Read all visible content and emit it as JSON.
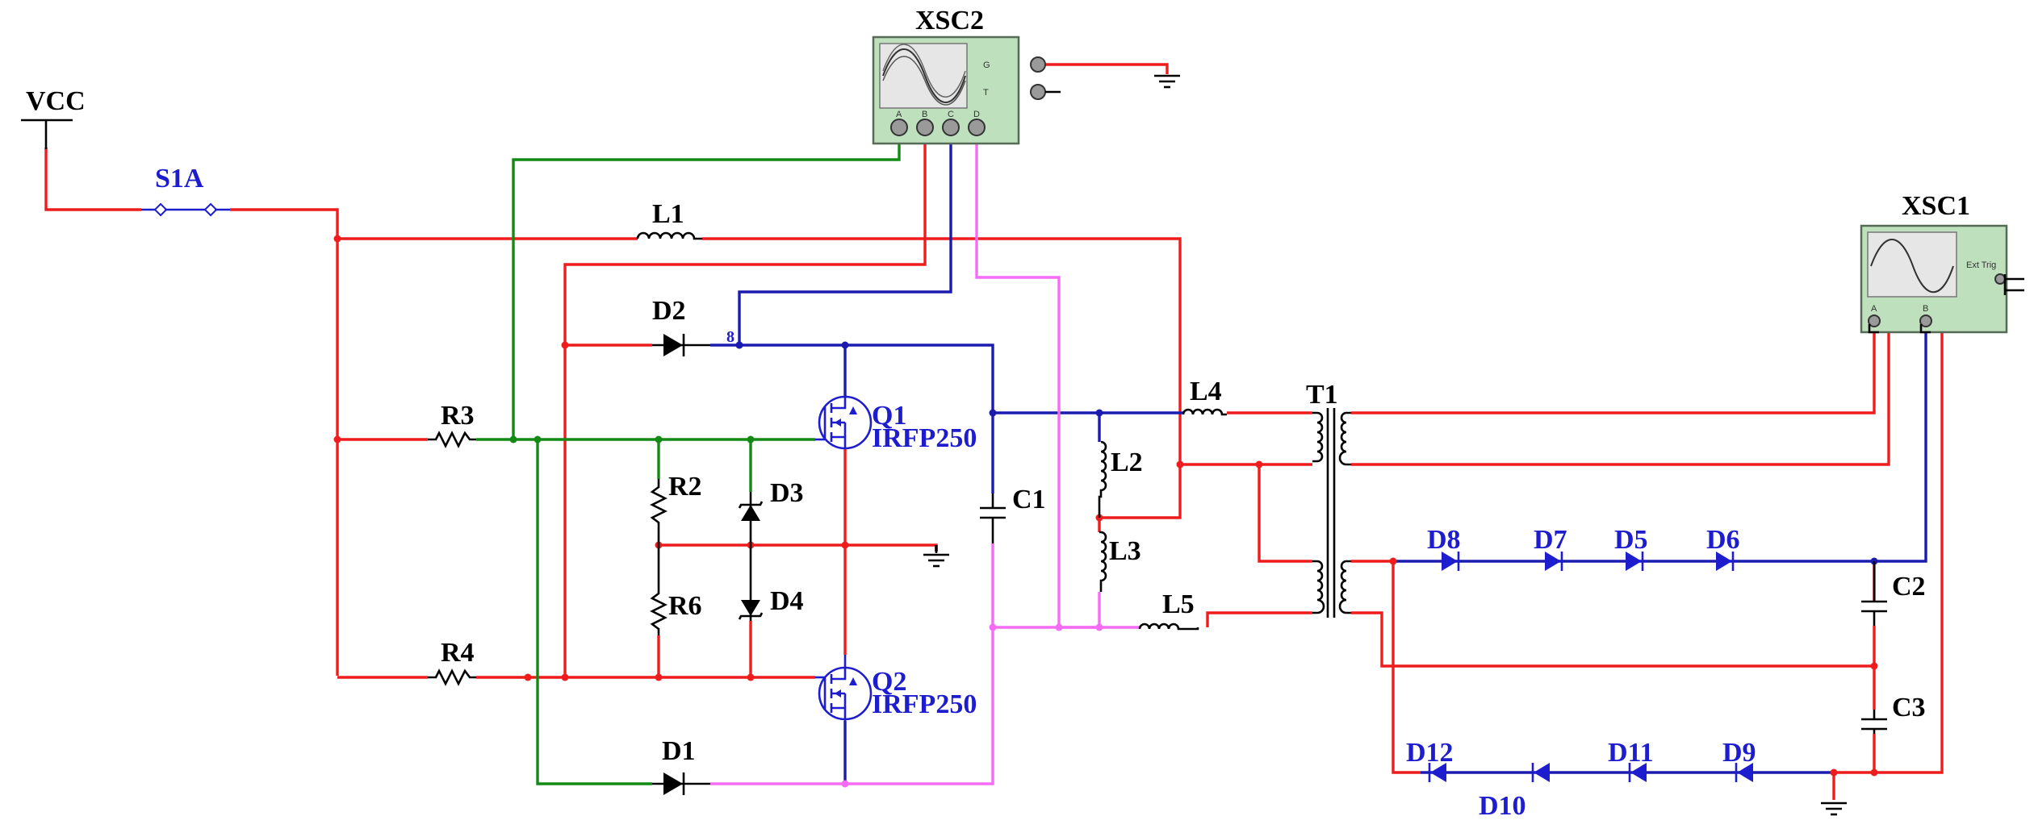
{
  "labels": {
    "vcc": "VCC",
    "s1a": "S1A",
    "xsc2": "XSC2",
    "xsc1": "XSC1",
    "l1": "L1",
    "l2": "L2",
    "l3": "L3",
    "l4": "L4",
    "l5": "L5",
    "r2": "R2",
    "r3": "R3",
    "r4": "R4",
    "r6": "R6",
    "c1": "C1",
    "c2": "C2",
    "c3": "C3",
    "t1": "T1",
    "d1": "D1",
    "d2": "D2",
    "d3": "D3",
    "d4": "D4",
    "d5": "D5",
    "d6": "D6",
    "d7": "D7",
    "d8": "D8",
    "d9": "D9",
    "d10": "D10",
    "d11": "D11",
    "d12": "D12",
    "q1": "Q1",
    "q2": "Q2",
    "q1_part": "IRFP250",
    "q2_part": "IRFP250",
    "net8": "8"
  },
  "xsc2_pins": {
    "g": "G",
    "t": "T",
    "a": "A",
    "b": "B",
    "c": "C",
    "d": "D"
  },
  "xsc1_pins": {
    "ext_trig": "Ext Trig",
    "a": "A",
    "b": "B"
  },
  "colors": {
    "power_wire": "#ee1c1c",
    "drain_wire": "#1b1bb0",
    "gate_wire": "#138a13",
    "probe_wire": "#f46cf4",
    "blue_components": "#1d1dcf",
    "instrument_body": "#bfe0bd"
  },
  "icons": {
    "ground": "ground-icon",
    "oscilloscope": "oscilloscope-icon",
    "diode": "diode-icon",
    "zener": "zener-diode-icon",
    "mosfet": "n-mosfet-icon",
    "resistor": "resistor-icon",
    "inductor": "inductor-icon",
    "capacitor": "capacitor-icon",
    "transformer": "transformer-icon",
    "switch": "switch-icon"
  }
}
